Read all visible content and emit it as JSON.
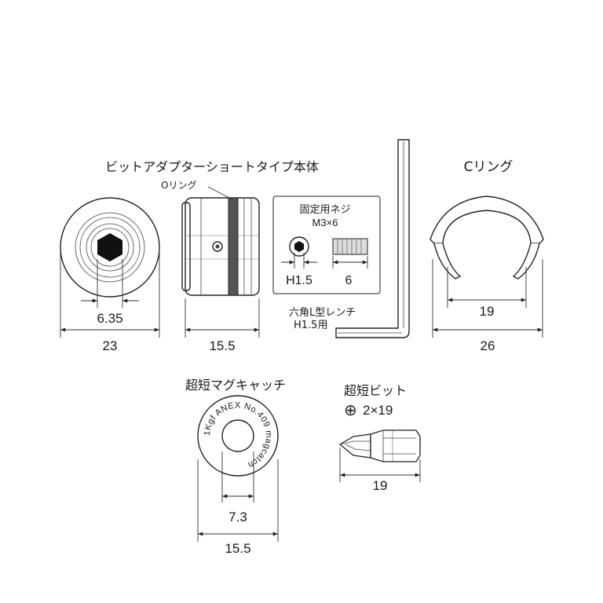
{
  "adapter": {
    "title": "ビットアダプターショートタイプ本体",
    "oring_label": "Oリング",
    "dim_hex": "6.35",
    "dim_outer": "23",
    "dim_length": "15.5"
  },
  "screw": {
    "title_line1": "固定用ネジ",
    "title_line2": "M3×6",
    "dim_hex": "H1.5",
    "dim_length": "6"
  },
  "wrench": {
    "label_line1": "六角L型レンチ",
    "label_line2": "H1.5用"
  },
  "cring": {
    "title": "Cリング",
    "dim_inner": "19",
    "dim_outer": "26"
  },
  "catch": {
    "title": "超短マグキャッチ",
    "ring_text": "1Kgf ANEX No.409 magcatch",
    "dim_inner": "7.3",
    "dim_outer": "15.5"
  },
  "bit": {
    "title": "超短ビット",
    "spec_symbol": "⊕",
    "spec": "2×19",
    "dim_length": "19"
  }
}
